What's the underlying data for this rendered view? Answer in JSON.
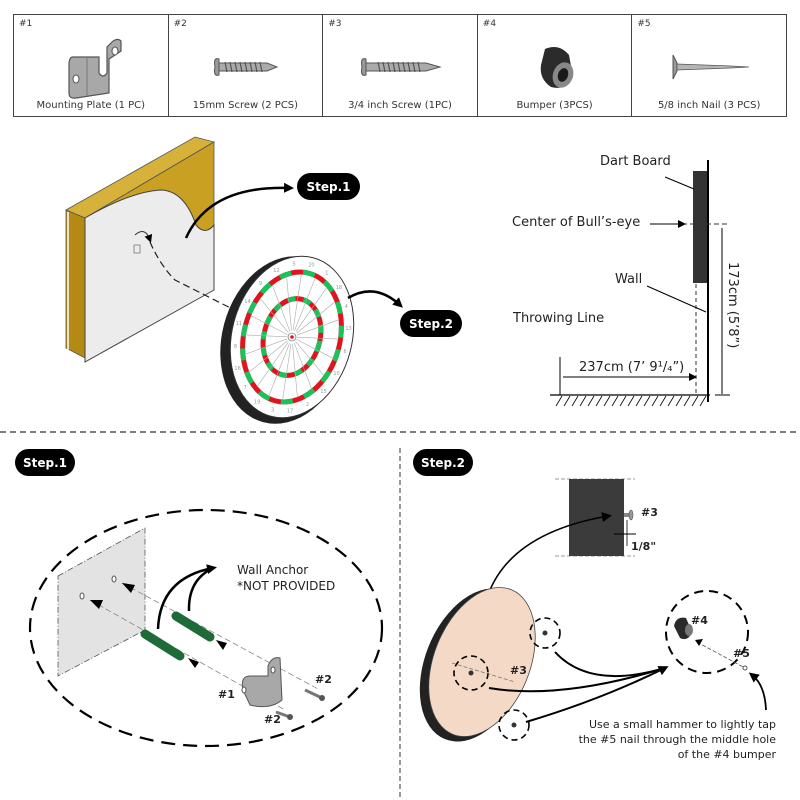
{
  "parts": [
    {
      "number": "#1",
      "label": "Mounting Plate (1 PC)",
      "icon": "mounting-plate-icon"
    },
    {
      "number": "#2",
      "label": "15mm Screw (2 PCS)",
      "icon": "screw-icon"
    },
    {
      "number": "#3",
      "label": "3/4 inch Screw (1PC)",
      "icon": "long-screw-icon"
    },
    {
      "number": "#4",
      "label": "Bumper (3PCS)",
      "icon": "bumper-icon"
    },
    {
      "number": "#5",
      "label": "5/8 inch Nail (3 PCS)",
      "icon": "nail-icon"
    }
  ],
  "overview": {
    "step1_badge": "Step.1",
    "step2_badge": "Step.2",
    "dartboard_numbers": [
      "20",
      "1",
      "18",
      "4",
      "13",
      "6",
      "10",
      "15",
      "2",
      "17",
      "3",
      "19",
      "7",
      "16",
      "8",
      "11",
      "14",
      "9",
      "12",
      "5"
    ],
    "colors": {
      "wall_wood": "#c9a021",
      "ring_red": "#e0141e",
      "ring_green": "#19c25a",
      "board_edge": "#222222"
    }
  },
  "height_diagram": {
    "dart_board_label": "Dart Board",
    "bullseye_label": "Center of Bull’s-eye",
    "wall_label": "Wall",
    "throwing_line_label": "Throwing Line",
    "distance_label": "237cm (7’ 9¹/₄”)",
    "height_label": "173cm (5’8”)"
  },
  "step1": {
    "badge": "Step.1",
    "anchor_label": "Wall Anchor",
    "anchor_note": "*NOT PROVIDED",
    "tag_plate": "#1",
    "tag_screw_a": "#2",
    "tag_screw_b": "#2",
    "colors": {
      "anchor": "#1e6b3a"
    }
  },
  "step2": {
    "badge": "Step.2",
    "tag_screw_detail": "#3",
    "gap_label": "1/8\"",
    "tag_screw_board": "#3",
    "tag_bumper": "#4",
    "tag_nail": "#5",
    "instruction": "Use a small hammer to lightly tap the #5 nail through the middle hole of the #4 bumper",
    "colors": {
      "board_back": "#f3d9c6"
    }
  }
}
